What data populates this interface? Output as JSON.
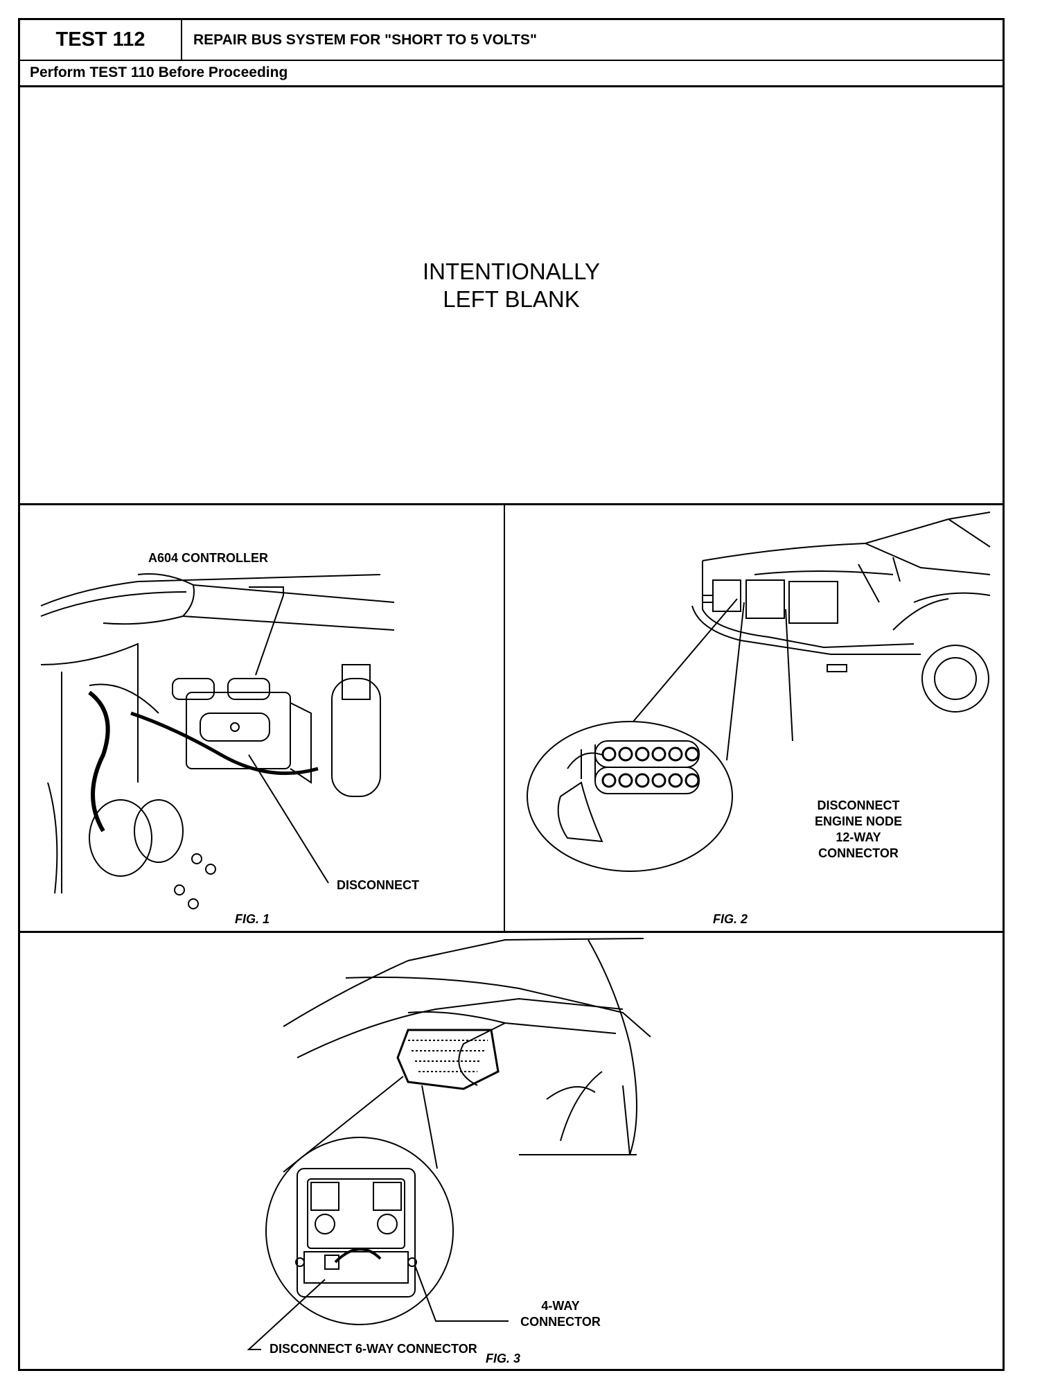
{
  "header": {
    "test_number": "TEST 112",
    "title": "REPAIR BUS SYSTEM FOR \"SHORT TO 5 VOLTS\"",
    "prerequisite": "Perform TEST 110 Before Proceeding"
  },
  "blank_panel": {
    "line1": "INTENTIONALLY",
    "line2": "LEFT BLANK"
  },
  "fig1": {
    "label_controller": "A604 CONTROLLER",
    "label_disconnect": "DISCONNECT",
    "caption": "FIG. 1"
  },
  "fig2": {
    "label_line1": "DISCONNECT",
    "label_line2": "ENGINE NODE",
    "label_line3": "12-WAY",
    "label_line4": "CONNECTOR",
    "caption": "FIG. 2"
  },
  "fig3": {
    "label_4way_line1": "4-WAY",
    "label_4way_line2": "CONNECTOR",
    "label_6way": "DISCONNECT 6-WAY CONNECTOR",
    "caption": "FIG. 3"
  }
}
